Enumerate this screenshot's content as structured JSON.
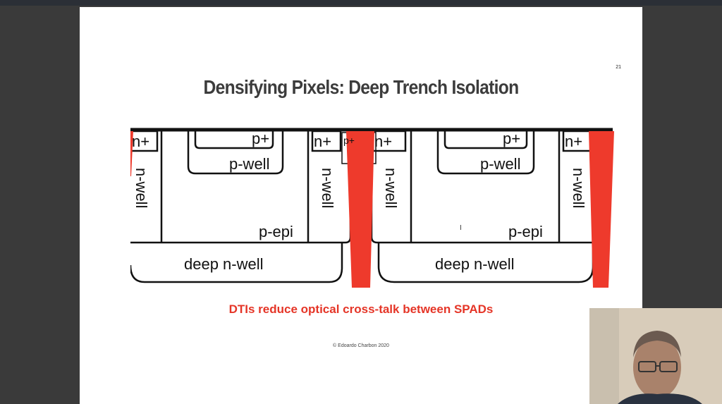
{
  "slide": {
    "page_number": "21",
    "title": "Densifying Pixels: Deep Trench Isolation",
    "caption": "DTIs reduce optical cross-talk between SPADs",
    "copyright": "© Edoardo Charbon 2020"
  },
  "diagram": {
    "labels": {
      "n_plus": "n+",
      "p_plus": "p+",
      "p_well": "p-well",
      "n_well": "n-well",
      "p_epi": "p-epi",
      "deep_n_well": "deep n-well",
      "small_p": "p+"
    },
    "colors": {
      "trench": "#ee3a2c",
      "outline": "#111111"
    }
  },
  "webcam": {
    "icon": "presenter-video"
  }
}
